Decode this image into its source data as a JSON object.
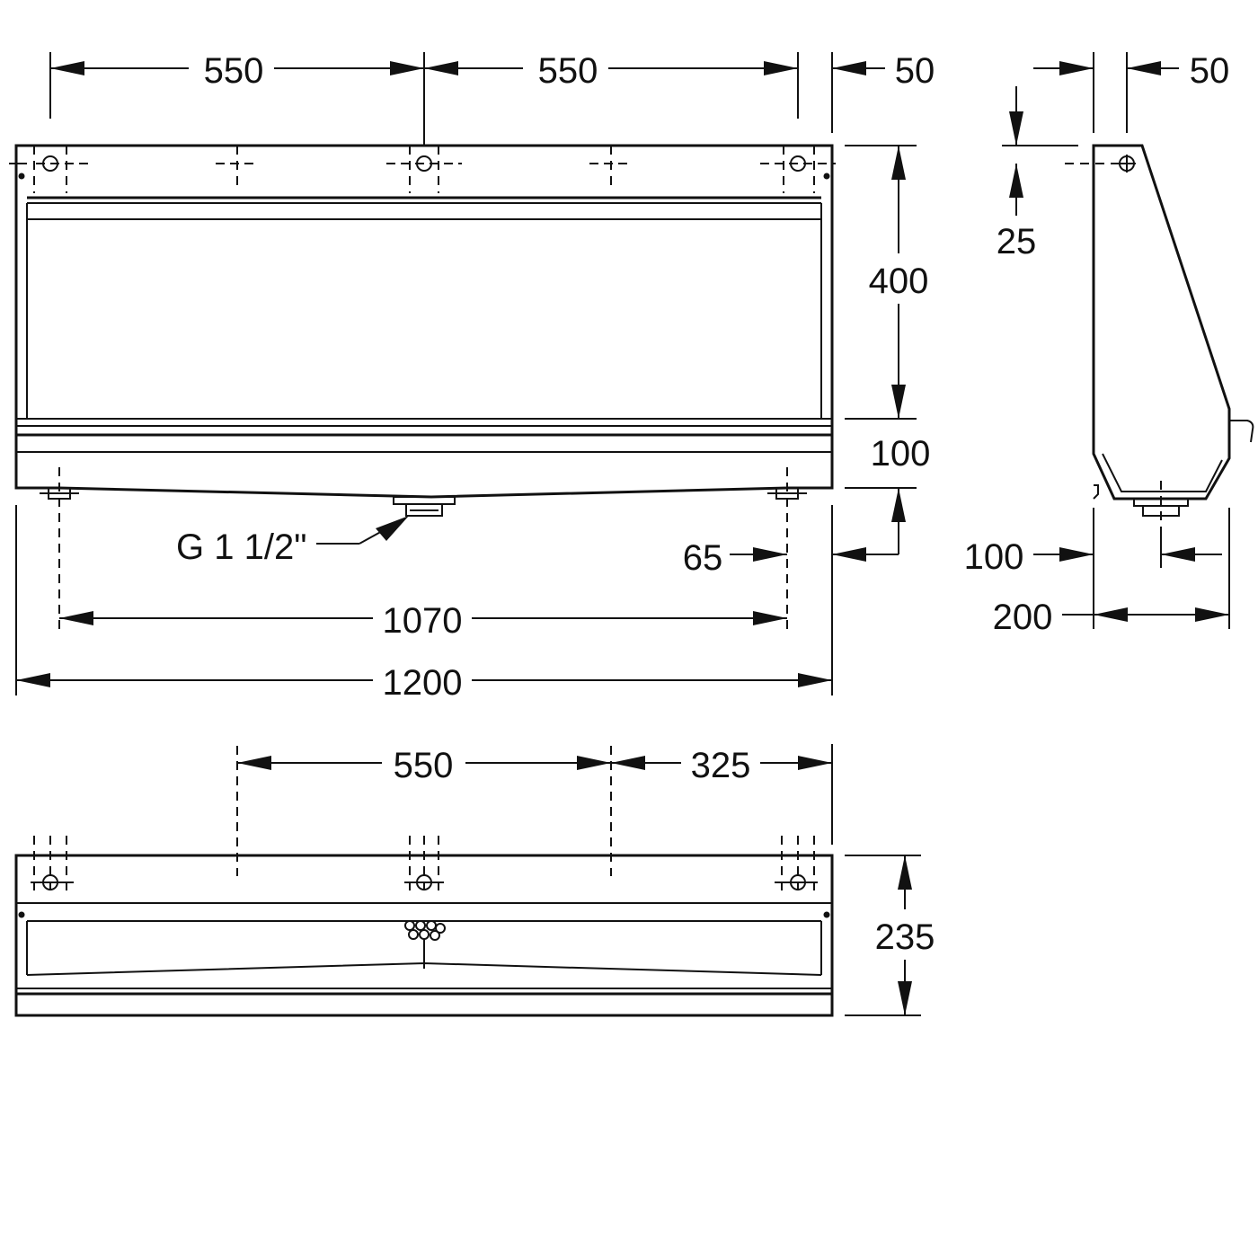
{
  "front_view": {
    "dim_top_left": "550",
    "dim_top_right": "550",
    "dim_top_edge": "50",
    "dim_height_upper": "400",
    "dim_height_lower": "100",
    "dim_drain_offset": "65",
    "drain_label": "G 1 1/2\"",
    "dim_bracket_span": "1070",
    "dim_total_width": "1200"
  },
  "side_view": {
    "dim_top_edge": "50",
    "dim_hole_offset": "25",
    "dim_drain_offset": "100",
    "dim_depth": "200"
  },
  "top_view": {
    "dim_spacing": "550",
    "dim_end_offset": "325",
    "dim_depth": "235"
  }
}
